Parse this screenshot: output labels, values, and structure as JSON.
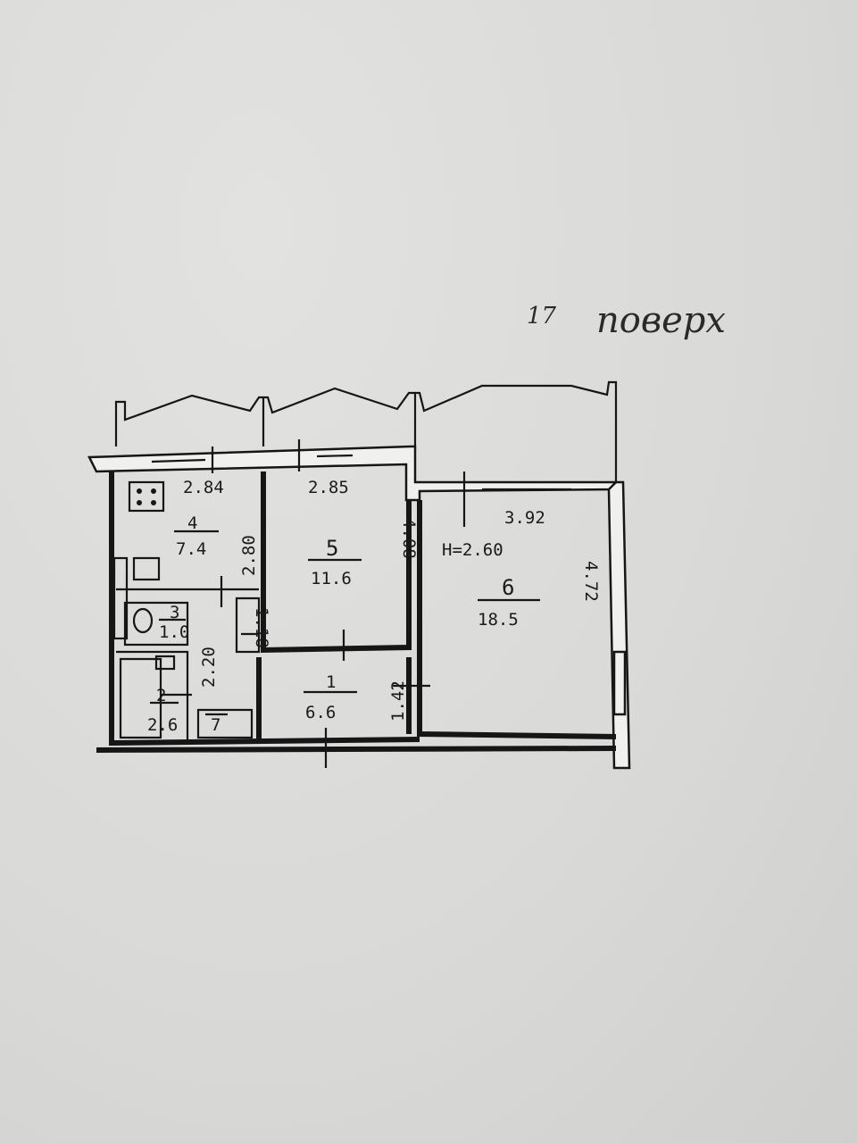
{
  "floor_note": {
    "number": "17",
    "word": "поверх"
  },
  "height_label": "H=2.60",
  "rooms": [
    {
      "id": "kitchen",
      "number": "4",
      "area": "7.4",
      "dim_w": "2.84",
      "dim_h": "2.80"
    },
    {
      "id": "room5",
      "number": "5",
      "area": "11.6",
      "dim_w": "2.85",
      "dim_h": "4.08"
    },
    {
      "id": "room6",
      "number": "6",
      "area": "18.5",
      "dim_w": "3.92",
      "dim_h": "4.72"
    },
    {
      "id": "hall",
      "number": "1",
      "area": "6.6",
      "dim_w": "",
      "dim_h": "1.42"
    },
    {
      "id": "wc",
      "number": "3",
      "area": "1.0",
      "dim_w": "",
      "dim_h": ""
    },
    {
      "id": "bath",
      "number": "2",
      "area": "2.6",
      "dim_w": "",
      "dim_h": "2.20"
    },
    {
      "id": "closet",
      "number": "7",
      "area": "",
      "dim_w": "",
      "dim_h": ""
    }
  ],
  "extra_dims": {
    "hall_small": "1.18"
  }
}
